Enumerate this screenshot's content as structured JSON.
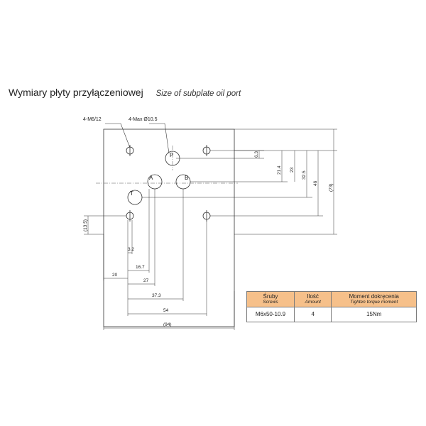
{
  "title": {
    "pl": "Wymiary płyty przyłączeniowej",
    "en": "Size of subplate oil port"
  },
  "callouts": {
    "thread": "4-M6/12",
    "port_max": "4-Max Ø10.5"
  },
  "ports": [
    "P",
    "A",
    "B",
    "T"
  ],
  "dims_vertical": {
    "d1": "6.3",
    "d2": "21.4",
    "d3": "23",
    "d4": "32.5",
    "d5": "46",
    "d6": "(73)",
    "d7": "(13.5)"
  },
  "dims_horizontal": {
    "h1": "3.2",
    "h2": "20",
    "h3": "16.7",
    "h4": "27",
    "h5": "37.3",
    "h6": "54",
    "h7": "(94)"
  },
  "table": {
    "headers": [
      {
        "pl": "Śruby",
        "en": "Screws"
      },
      {
        "pl": "Ilość",
        "en": "Amount"
      },
      {
        "pl": "Moment dokręcenia",
        "en": "Tighten torque moment"
      }
    ],
    "rows": [
      {
        "screw": "M6x50-10.9",
        "amount": "4",
        "torque": "15Nm"
      }
    ]
  },
  "colors": {
    "table_header": "#f6c08a",
    "line": "#333333"
  }
}
